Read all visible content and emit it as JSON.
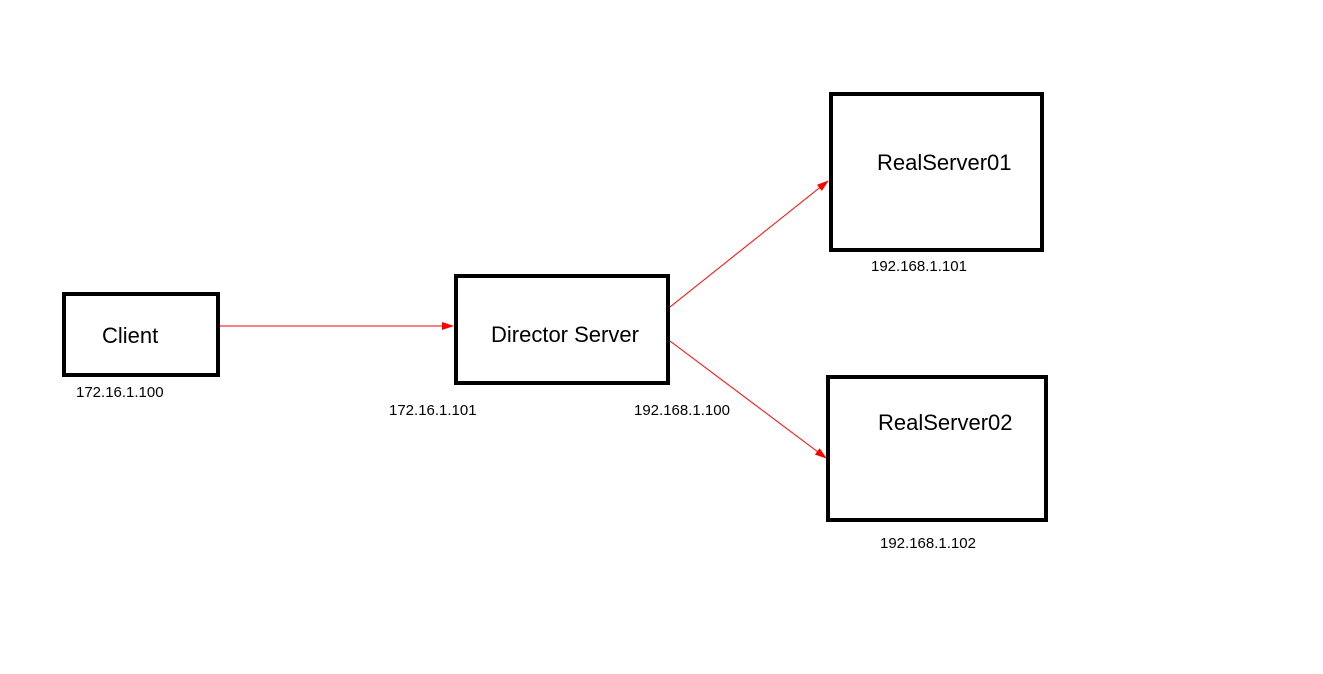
{
  "diagram": {
    "nodes": {
      "client": {
        "label": "Client",
        "ip": "172.16.1.100"
      },
      "director": {
        "label": "Director Server",
        "ip_left": "172.16.1.101",
        "ip_right": "192.168.1.100"
      },
      "realserver01": {
        "label": "RealServer01",
        "ip": "192.168.1.101"
      },
      "realserver02": {
        "label": "RealServer02",
        "ip": "192.168.1.102"
      }
    },
    "connections": [
      {
        "from": "client",
        "to": "director"
      },
      {
        "from": "director",
        "to": "realserver01"
      },
      {
        "from": "director",
        "to": "realserver02"
      }
    ],
    "colors": {
      "box_border": "#000000",
      "arrow": "#ff0000",
      "text": "#000000",
      "background": "#ffffff"
    }
  }
}
